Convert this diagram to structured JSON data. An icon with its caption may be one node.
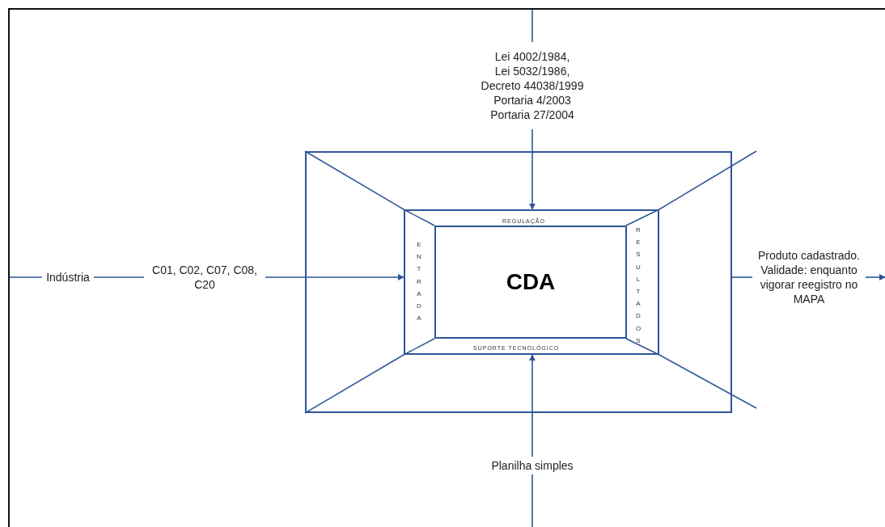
{
  "diagram": {
    "nodes": [
      {
        "text": [
          "Indústria"
        ]
      },
      {
        "text": [
          "C01, C02, C07, C08, C20"
        ]
      },
      {
        "text": [
          "Lei 4002/1984,",
          "Lei 5032/1986,",
          "Decreto 44038/1999",
          "Portaria 4/2003",
          "Portaria 27/2004"
        ]
      },
      {
        "text": [],
        "shape": "box"
      },
      {
        "text": [],
        "shape": "box",
        "in": 3
      },
      {
        "text": [
          "CDA"
        ],
        "in": 4
      },
      {
        "text": [
          "Planilha simples"
        ]
      },
      {
        "text": [
          "Produto cadastrado. Validade: enquanto vigorar reegistro no MAPA"
        ]
      }
    ],
    "edges": [
      {
        "from": null,
        "to": 0,
        "arrow": "none"
      },
      {
        "from": 0,
        "to": 1,
        "arrow": "none"
      },
      {
        "from": 1,
        "to": 4,
        "arrow": "to"
      },
      {
        "from": null,
        "to": 2,
        "arrow": "none"
      },
      {
        "from": 2,
        "to": 4,
        "arrow": "to"
      },
      {
        "from": 6,
        "to": 4,
        "arrow": "to"
      },
      {
        "from": null,
        "to": 6,
        "arrow": "none"
      },
      {
        "from": 3,
        "to": 7,
        "arrow": "none"
      },
      {
        "from": 7,
        "to": null,
        "arrow": "to"
      }
    ],
    "labels": [
      "REGULAÇÃO",
      "ENTRADA",
      "RESULTADOS",
      "SUPORTE TECNOLÓGICO"
    ]
  }
}
